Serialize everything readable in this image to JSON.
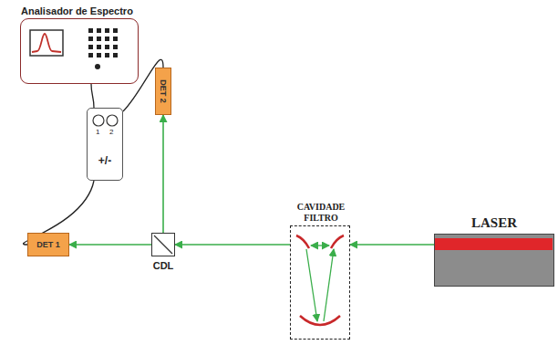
{
  "diagram": {
    "nodes": [
      {
        "text": [
          "Analisador de Espectro"
        ]
      },
      {
        "text": [
          "DET 2"
        ]
      },
      {
        "text": [
          "1",
          "2",
          "+/-"
        ]
      },
      {
        "text": [
          "DET 1"
        ]
      },
      {
        "text": [
          "CDL"
        ]
      },
      {
        "text": [
          "CAVIDADE FILTRO"
        ]
      },
      {
        "text": [
          "LASER"
        ]
      }
    ],
    "edges": [
      {
        "from": 6,
        "to": 5,
        "arrow": "to"
      },
      {
        "from": 5,
        "to": 4,
        "arrow": "to"
      },
      {
        "from": 4,
        "to": 3,
        "arrow": "to"
      },
      {
        "from": 4,
        "to": 1,
        "arrow": "to"
      },
      {
        "from": 3,
        "to": 2,
        "arrow": "none"
      },
      {
        "from": 1,
        "to": 2,
        "arrow": "none"
      },
      {
        "from": 2,
        "to": 0,
        "arrow": "none"
      }
    ]
  }
}
